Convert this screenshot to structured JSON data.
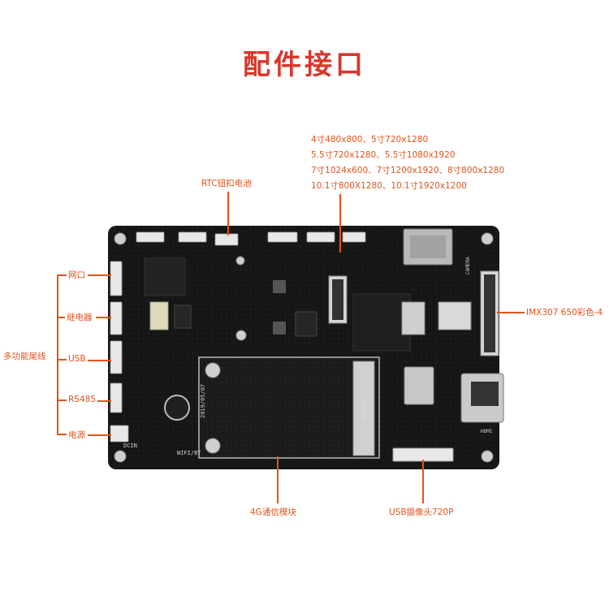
{
  "title": "配件接口",
  "labels": {
    "rtc": "RTC钮扣电池",
    "lan": "网口",
    "relay": "继电器",
    "multi": "多功能尾线",
    "usb": "USB",
    "rs485": "RS485",
    "power": "电源",
    "camera": "IMX307 650彩色-4",
    "module4g": "4G通信模块",
    "usbcam": "USB摄像头720P"
  },
  "resolutions": [
    "4寸480x800、5寸720x1280",
    "5.5寸720x1280、5.5寸1080x1920",
    "7寸1024x600、7寸1200x1920、8寸800x1280",
    "10.1寸800X1280、10.1寸1920x1200"
  ],
  "board_text": {
    "module_code": "9ABFA",
    "module_date": "2019/05/07",
    "wifi": "WIFI/BT",
    "dcin": "DCIN",
    "hdmi": "HDMI",
    "camera": "CAMERA"
  }
}
